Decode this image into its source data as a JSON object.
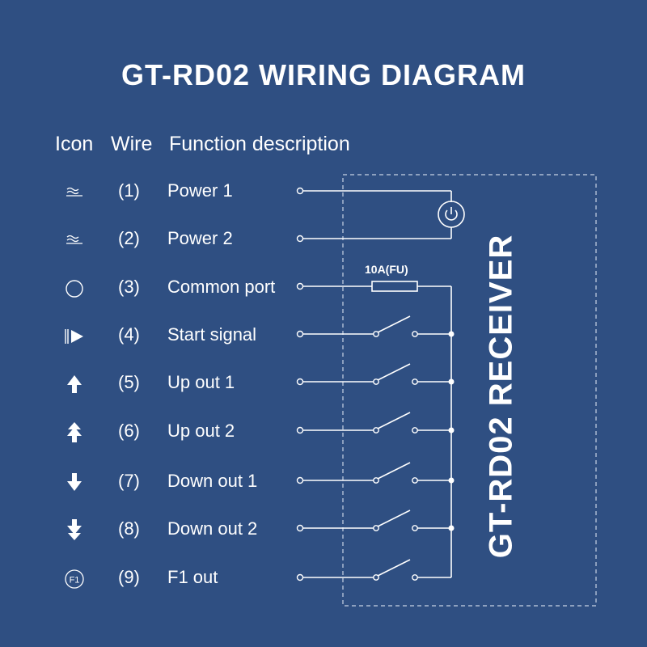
{
  "title": "GT-RD02 WIRING DIAGRAM",
  "headers": {
    "icon": "Icon",
    "wire": "Wire",
    "function": "Function description"
  },
  "rows": [
    {
      "wire": "(1)",
      "label": "Power 1",
      "icon": "power-ac-icon"
    },
    {
      "wire": "(2)",
      "label": "Power 2",
      "icon": "power-ac-icon"
    },
    {
      "wire": "(3)",
      "label": "Common port",
      "icon": "circle-icon"
    },
    {
      "wire": "(4)",
      "label": "Start signal",
      "icon": "start-play-icon"
    },
    {
      "wire": "(5)",
      "label": "Up out 1",
      "icon": "arrow-up-icon"
    },
    {
      "wire": "(6)",
      "label": "Up out 2",
      "icon": "double-arrow-up-icon"
    },
    {
      "wire": "(7)",
      "label": "Down out 1",
      "icon": "arrow-down-icon"
    },
    {
      "wire": "(8)",
      "label": "Down out 2",
      "icon": "double-arrow-down-icon"
    },
    {
      "wire": "(9)",
      "label": "F1 out",
      "icon": "f1-circle-icon"
    }
  ],
  "fuse_label": "10A(FU)",
  "receiver_label": "GT-RD02 RECEIVER",
  "f1_icon_text": "F1",
  "colors": {
    "background": "#2f4f82",
    "line": "#ffffff"
  }
}
